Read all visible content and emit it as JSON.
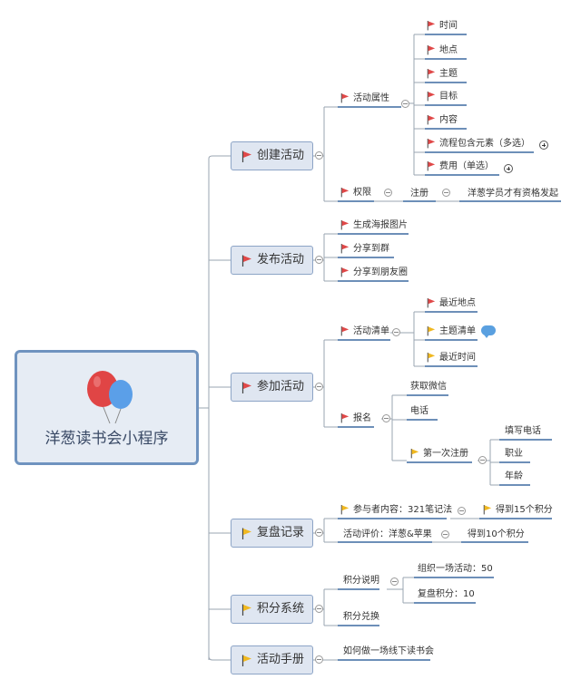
{
  "root": {
    "label": "洋葱读书会小程序"
  },
  "branches": {
    "create": "创建活动",
    "publish": "发布活动",
    "join": "参加活动",
    "review": "复盘记录",
    "points": "积分系统",
    "manual": "活动手册"
  },
  "create": {
    "attributes": "活动属性",
    "time": "时间",
    "place": "地点",
    "topic": "主题",
    "goal": "目标",
    "content": "内容",
    "flow": "流程包含元素（多选）",
    "fee": "费用（单选）",
    "permission": "权限",
    "register": "注册",
    "register_note": "洋葱学员才有资格发起"
  },
  "publish": {
    "poster": "生成海报图片",
    "share_group": "分享到群",
    "share_moments": "分享到朋友圈"
  },
  "join": {
    "list": "活动清单",
    "nearest_place": "最近地点",
    "topic_list": "主题清单",
    "nearest_time": "最近时间",
    "signup": "报名",
    "wechat": "获取微信",
    "phone": "电话",
    "first_register": "第一次注册",
    "fill_phone": "填写电话",
    "job": "职业",
    "age": "年龄"
  },
  "review": {
    "participant": "参与者内容：321笔记法",
    "participant_reward": "得到15个积分",
    "evaluation": "活动评价：洋葱&苹果",
    "evaluation_reward": "得到10个积分"
  },
  "points": {
    "explain": "积分说明",
    "organize": "组织一场活动：50",
    "review_points": "复盘积分：10",
    "redeem": "积分兑换"
  },
  "manual": {
    "howto": "如何做一场线下读书会"
  },
  "colors": {
    "flag_red": "#e04848",
    "flag_yellow": "#f0b820",
    "underline": "#6d8fb8",
    "branch_fill": "#dfe6f1",
    "root_border": "#6f93bf"
  }
}
